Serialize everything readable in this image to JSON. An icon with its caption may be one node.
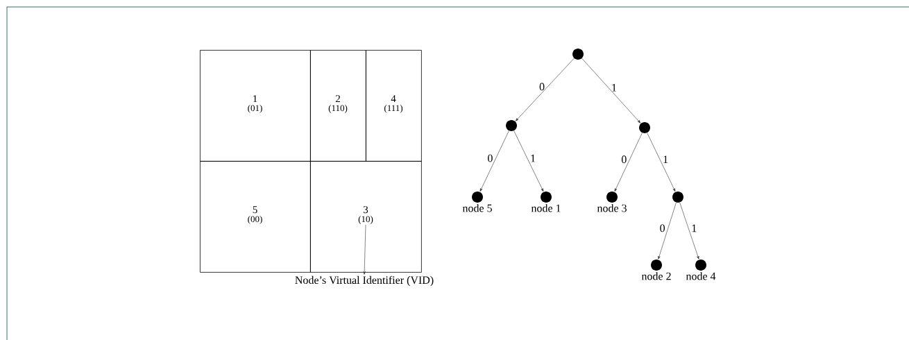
{
  "diagram": {
    "nodes": [
      {
        "text": [
          "1",
          "(01)"
        ]
      },
      {
        "text": [
          "2",
          "(110)"
        ]
      },
      {
        "text": [
          "4",
          "(111)"
        ]
      },
      {
        "text": [
          "5",
          "(00)"
        ]
      },
      {
        "text": [
          "3",
          "(10)"
        ]
      },
      {
        "text": [
          "Node’s Virtual Identifier (VID)"
        ]
      },
      {
        "text": [],
        "shape": "circle"
      },
      {
        "text": [],
        "shape": "circle"
      },
      {
        "text": [],
        "shape": "circle"
      },
      {
        "text": [],
        "shape": "circle",
        "beside": [
          "node 5"
        ]
      },
      {
        "text": [],
        "shape": "circle",
        "beside": [
          "node 1"
        ]
      },
      {
        "text": [],
        "shape": "circle",
        "beside": [
          "node 3"
        ]
      },
      {
        "text": [],
        "shape": "circle"
      },
      {
        "text": [],
        "shape": "circle",
        "beside": [
          "node 2"
        ]
      },
      {
        "text": [],
        "shape": "circle",
        "beside": [
          "node 4"
        ]
      }
    ],
    "edges": [
      {
        "from": 4,
        "to": 5,
        "arrow": "to"
      },
      {
        "from": 6,
        "to": 7,
        "arrow": "to",
        "label": "0"
      },
      {
        "from": 6,
        "to": 8,
        "arrow": "to",
        "label": "1"
      },
      {
        "from": 7,
        "to": 9,
        "arrow": "to",
        "label": "0"
      },
      {
        "from": 7,
        "to": 10,
        "arrow": "to",
        "label": "1"
      },
      {
        "from": 8,
        "to": 11,
        "arrow": "to",
        "label": "0"
      },
      {
        "from": 8,
        "to": 12,
        "arrow": "to",
        "label": "1"
      },
      {
        "from": 12,
        "to": 13,
        "arrow": "to",
        "label": "0"
      },
      {
        "from": 12,
        "to": 14,
        "arrow": "to",
        "label": "1"
      }
    ]
  }
}
